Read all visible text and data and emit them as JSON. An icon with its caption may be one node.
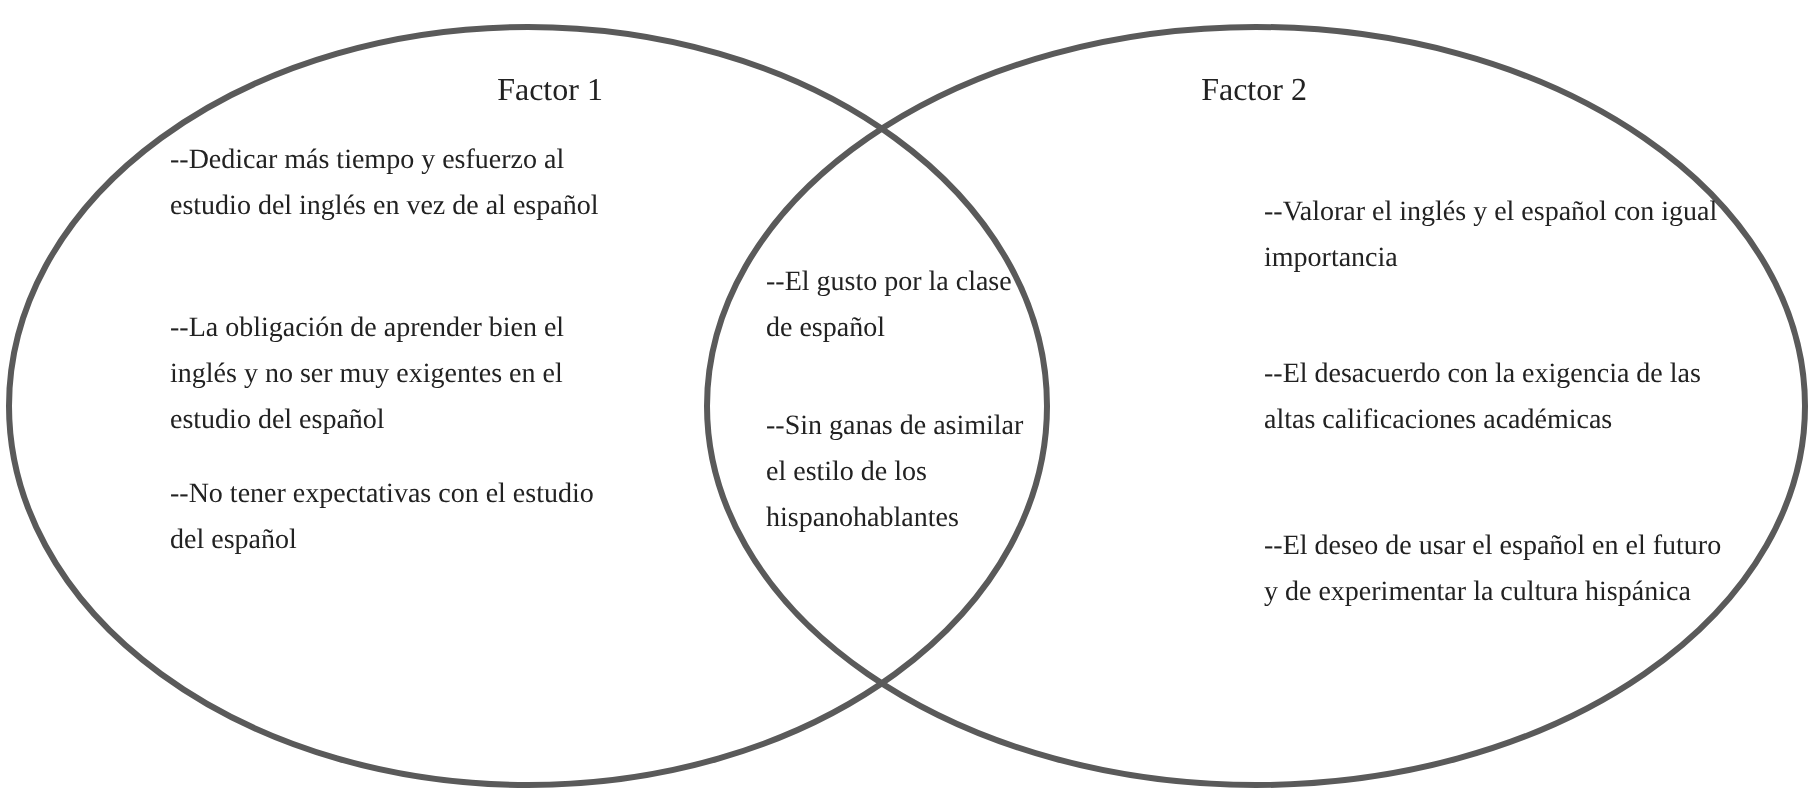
{
  "diagram": {
    "nodes": [
      {
        "text": [
          "Factor 1",
          "--Dedicar más tiempo y esfuerzo al estudio del inglés en vez de al español",
          "--La obligación de aprender bien el inglés y no ser muy exigentes en el estudio del español",
          "--No tener expectativas con el estudio del español"
        ]
      },
      {
        "text": [
          "Factor 2",
          "--Valorar el inglés y el español con igual importancia",
          "--El desacuerdo con la exigencia de las altas calificaciones académicas",
          "--El deseo de usar el español en el futuro y de experimentar la cultura hispánica"
        ]
      },
      {
        "text": [
          "--El gusto por la clase de español",
          "--Sin ganas de asimilar el estilo de los hispanohablantes"
        ]
      }
    ]
  }
}
